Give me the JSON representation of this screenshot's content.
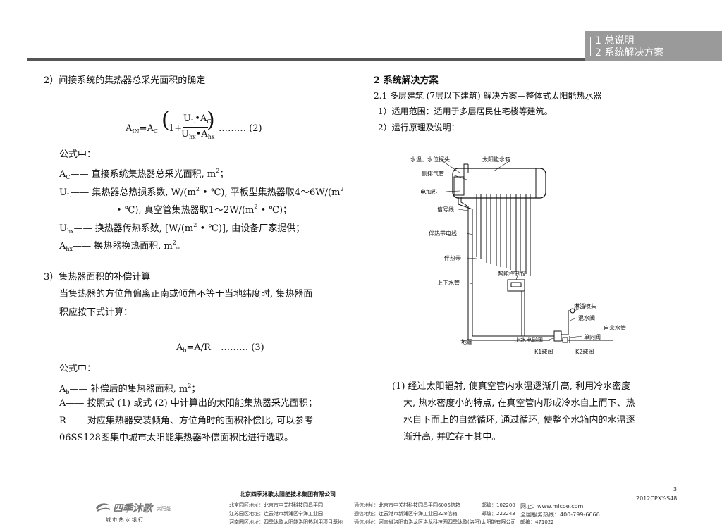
{
  "header": {
    "line1": "1 总说明",
    "line2": "2 系统解决方案"
  },
  "left": {
    "sec2_title": "2）间接系统的集热器总采光面积的确定",
    "formula1": {
      "lhs": "A",
      "lhs_sub": "IN",
      "eq": "=A",
      "eq_sub": "C",
      "one_plus": "1+",
      "num_u": "U",
      "num_u_sub": "L",
      "num_dot": "•A",
      "num_a_sub": "C",
      "den_u": "U",
      "den_u_sub": "hx",
      "den_dot": "•A",
      "den_a_sub": "hx",
      "ref": "……… (2)"
    },
    "where1": "公式中：",
    "def1": {
      "sym": "A",
      "sym_sub": "C",
      "text": "—— 直接系统集热器总采光面积, m",
      "sup": "2",
      "end": "；"
    },
    "def2": {
      "sym": "U",
      "sym_sub": "L",
      "text": "—— 集热器总热损系数, W/(m",
      "sup": "2",
      "text2": " • ℃), 平板型集热器取4～6W/(m",
      "sup2": "2"
    },
    "def2b": {
      "text": "• ℃), 真空管集热器取1～2W/(m",
      "sup": "2",
      "end": " • ℃)；"
    },
    "def3": {
      "sym": "U",
      "sym_sub": "hx",
      "text": "—— 换热器传热系数, [W/(m",
      "sup": "2",
      "end": " • ℃)], 由设备厂家提供；"
    },
    "def4": {
      "sym": "A",
      "sym_sub": "hx",
      "text": "—— 换热器换热面积, m",
      "sup": "2",
      "end": "。"
    },
    "sec3_title": "3）集热器面积的补偿计算",
    "sec3_p1": "当集热器的方位角偏离正南或倾角不等于当地纬度时, 集热器面",
    "sec3_p2": "积应按下式计算：",
    "formula2": {
      "lhs": "A",
      "lhs_sub": "b",
      "rhs": "=A/R",
      "ref": "……… (3)"
    },
    "where2": "公式中：",
    "def5": {
      "sym": "A",
      "sym_sub": "b",
      "text": "—— 补偿后的集热器面积, m",
      "sup": "2",
      "end": "；"
    },
    "def6": "A—— 按照式 (1) 或式 (2) 中计算出的太阳能集热器采光面积；",
    "def7": "R—— 对应集热器安装倾角、方位角时的面积补偿比, 可以参考",
    "def7b": "06SS128图集中城市太阳能集热器补偿面积比进行选取。"
  },
  "right": {
    "title": "2 系统解决方案",
    "line1": "2.1 多层建筑 (7层以下建筑) 解决方案—整体式太阳能热水器",
    "line2": "1）适用范围：适用于多层居民住宅楼等建筑。",
    "line3": "2）运行原理及说明：",
    "diagram": {
      "labels": {
        "probe": "水温、水位探头",
        "tank": "太阳能水箱",
        "vent": "侧排气管",
        "heater": "电加热",
        "signal": "信号线",
        "heat_wire": "伴热带电线",
        "heat_band": "伴热带",
        "controller": "智能控制仪",
        "pipe": "上下水管",
        "shower": "淋浴喷头",
        "mix": "混水阀",
        "tap": "自来水管",
        "check": "单向阀",
        "solenoid": "上水电磁阀",
        "leak": "地漏",
        "k1": "K1球阀",
        "k2": "K2球阀"
      }
    },
    "p1": "(1) 经过太阳辐射, 使真空管内水温逐渐升高, 利用冷水密度",
    "p2": "大, 热水密度小的特点, 在真空管内形成冷水自上而下、热",
    "p3": "水自下而上的自然循环, 通过循环, 使整个水箱内的水温逐",
    "p4": "渐升高, 并贮存于其中。"
  },
  "footer": {
    "page_no": "3",
    "doc_code": "2012CPXY-S48",
    "company": "北京四季沐歌太阳能技术集团有限公司",
    "logo_text": "四季沐歌",
    "logo_sub": "太阳能",
    "slogan": "城 市 热 水 银 行",
    "row1a": "北京园区地址：北京市中关村科技园昌平园",
    "row1b": "通信地址：北京市中关村科技园昌平园6006信箱",
    "row1c": "邮编：102200",
    "row1d": "网址：www.micoe.com",
    "row2a": "江苏园区地址：连云港市新浦区宁海工业园",
    "row2b": "通信地址：连云港市新浦区宁海工业园228信箱",
    "row2c": "邮编：222243",
    "row2d": "全国服务热线：400-799-6666",
    "row3a": "河南园区地址：四季沐歌太阳能洛阳热利用项目基地",
    "row3b": "通信地址：河南省洛阳市洛龙区洛龙科技园四季沐歌(洛阳)太阳能有限公司",
    "row3c": "邮编：471022"
  }
}
